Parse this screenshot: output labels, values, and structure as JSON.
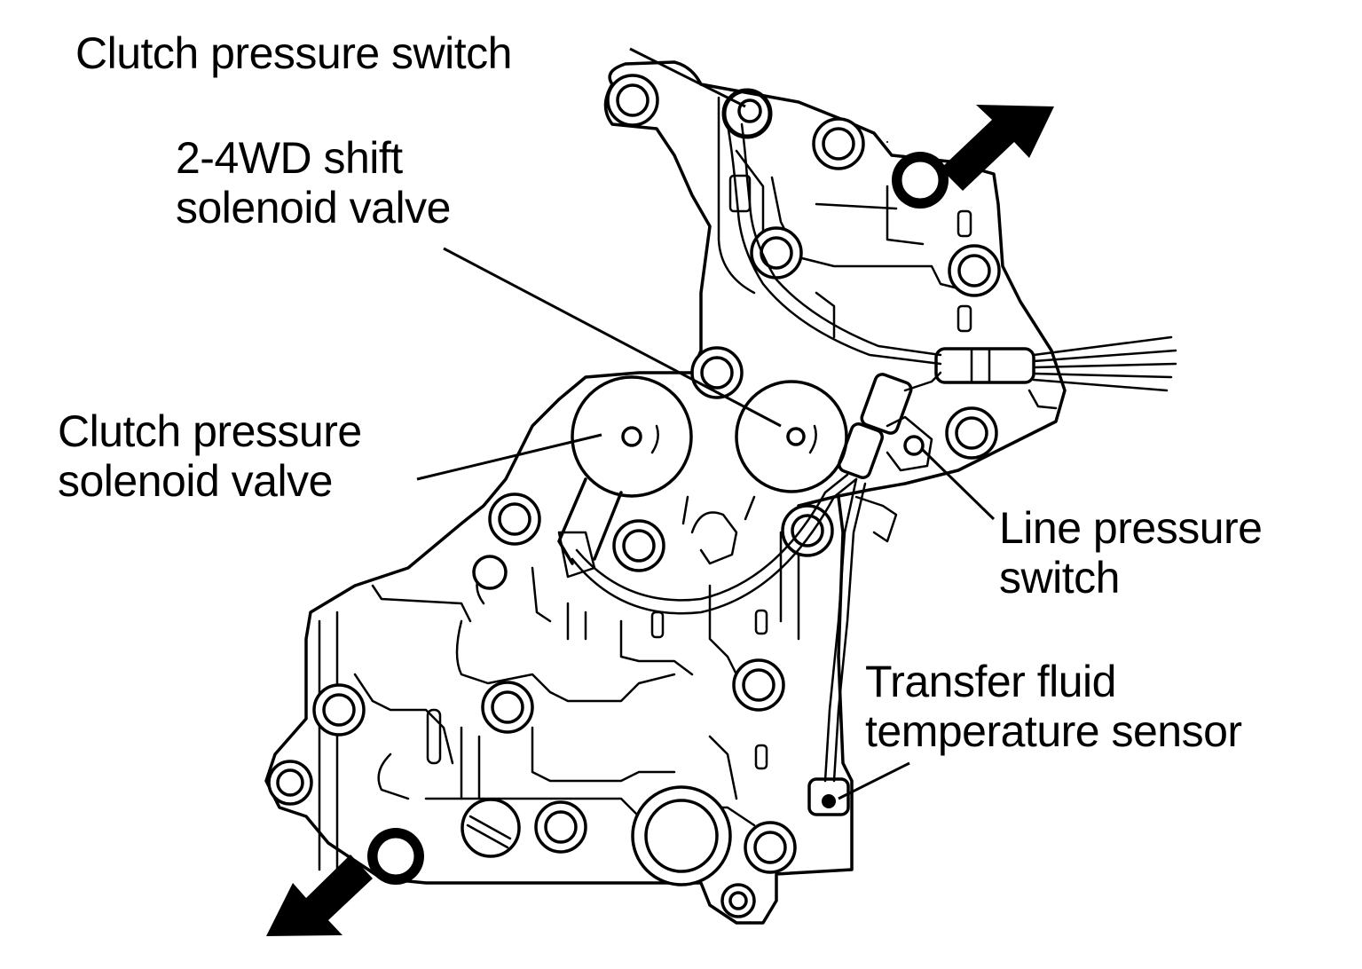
{
  "labels": {
    "clutch_pressure_switch": "Clutch pressure switch",
    "shift_solenoid_line1": "2-4WD shift",
    "shift_solenoid_line2": "solenoid valve",
    "clutch_solenoid_line1": "Clutch pressure",
    "clutch_solenoid_line2": "solenoid valve",
    "line_pressure_line1": "Line pressure",
    "line_pressure_line2": "switch",
    "fluid_temp_line1": "Transfer fluid",
    "fluid_temp_line2": "temperature sensor"
  },
  "arrows": [
    "upper-right-arrow",
    "lower-left-arrow"
  ]
}
